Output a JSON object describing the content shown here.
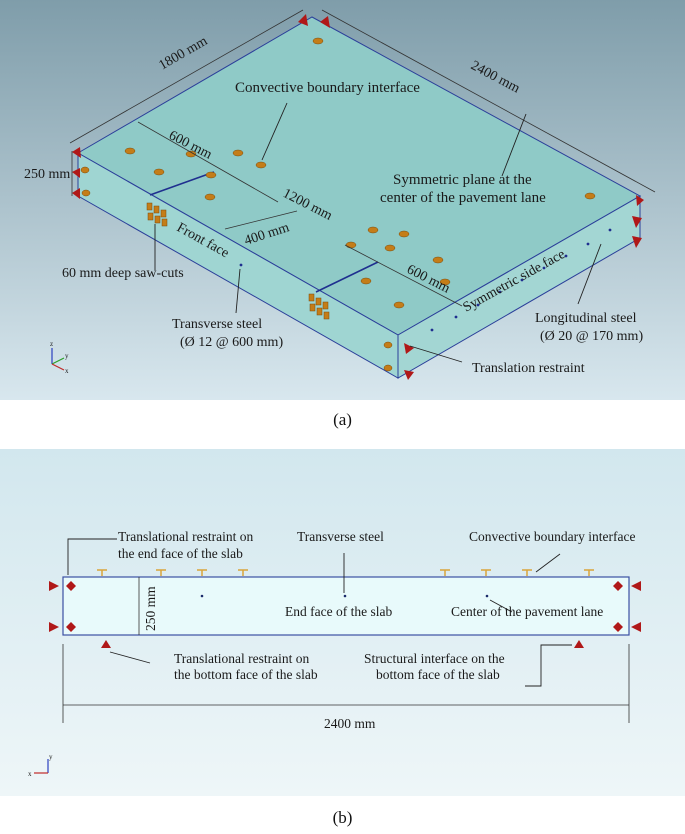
{
  "panel_a": {
    "caption": "(a)",
    "dimensions": {
      "width": "1800 mm",
      "length": "2400 mm",
      "thickness": "250 mm",
      "saw_cut_spacing": "600 mm",
      "transverse_spacing": "1200 mm",
      "mid_spacing": "400 mm",
      "end_spacing": "600 mm"
    },
    "labels": {
      "convective": "Convective boundary interface",
      "symmetric_plane_1": "Symmetric plane at the",
      "symmetric_plane_2": "center of the pavement lane",
      "front_face": "Front face",
      "saw_cuts": "60 mm deep saw-cuts",
      "transverse_1": "Transverse steel",
      "transverse_2": "(Ø 12 @ 600 mm)",
      "symmetric_side": "Symmetric side face",
      "longitudinal_1": "Longitudinal steel",
      "longitudinal_2": "(Ø 20 @ 170 mm)",
      "translation": "Translation restraint"
    },
    "axis": {
      "x": "x",
      "y": "y",
      "z": "z"
    },
    "colors": {
      "background_top": "#7f9daa",
      "background_bottom": "#d8e7ee",
      "slab_top": "#8bcac7",
      "slab_side": "#9ed3d0",
      "marker": "#c47d18",
      "restraint": "#b01818"
    }
  },
  "panel_b": {
    "caption": "(b)",
    "labels": {
      "restraint_end_1": "Translational restraint on",
      "restraint_end_2": "the end face of the slab",
      "transverse": "Transverse steel",
      "convective": "Convective boundary interface",
      "thickness": "250 mm",
      "end_face": "End face of the slab",
      "center": "Center of the pavement lane",
      "restraint_bottom_1": "Translational restraint on",
      "restraint_bottom_2": "the bottom face of the slab",
      "structural_1": "Structural interface on the",
      "structural_2": "bottom face of the slab",
      "length": "2400 mm"
    },
    "axis": {
      "x": "x",
      "y": "y"
    },
    "colors": {
      "background_top": "#d2e7ee",
      "background_bottom": "#eef6f8",
      "slab": "#e8fafb",
      "restraint": "#b01818",
      "convective": "#d9a43a"
    }
  }
}
